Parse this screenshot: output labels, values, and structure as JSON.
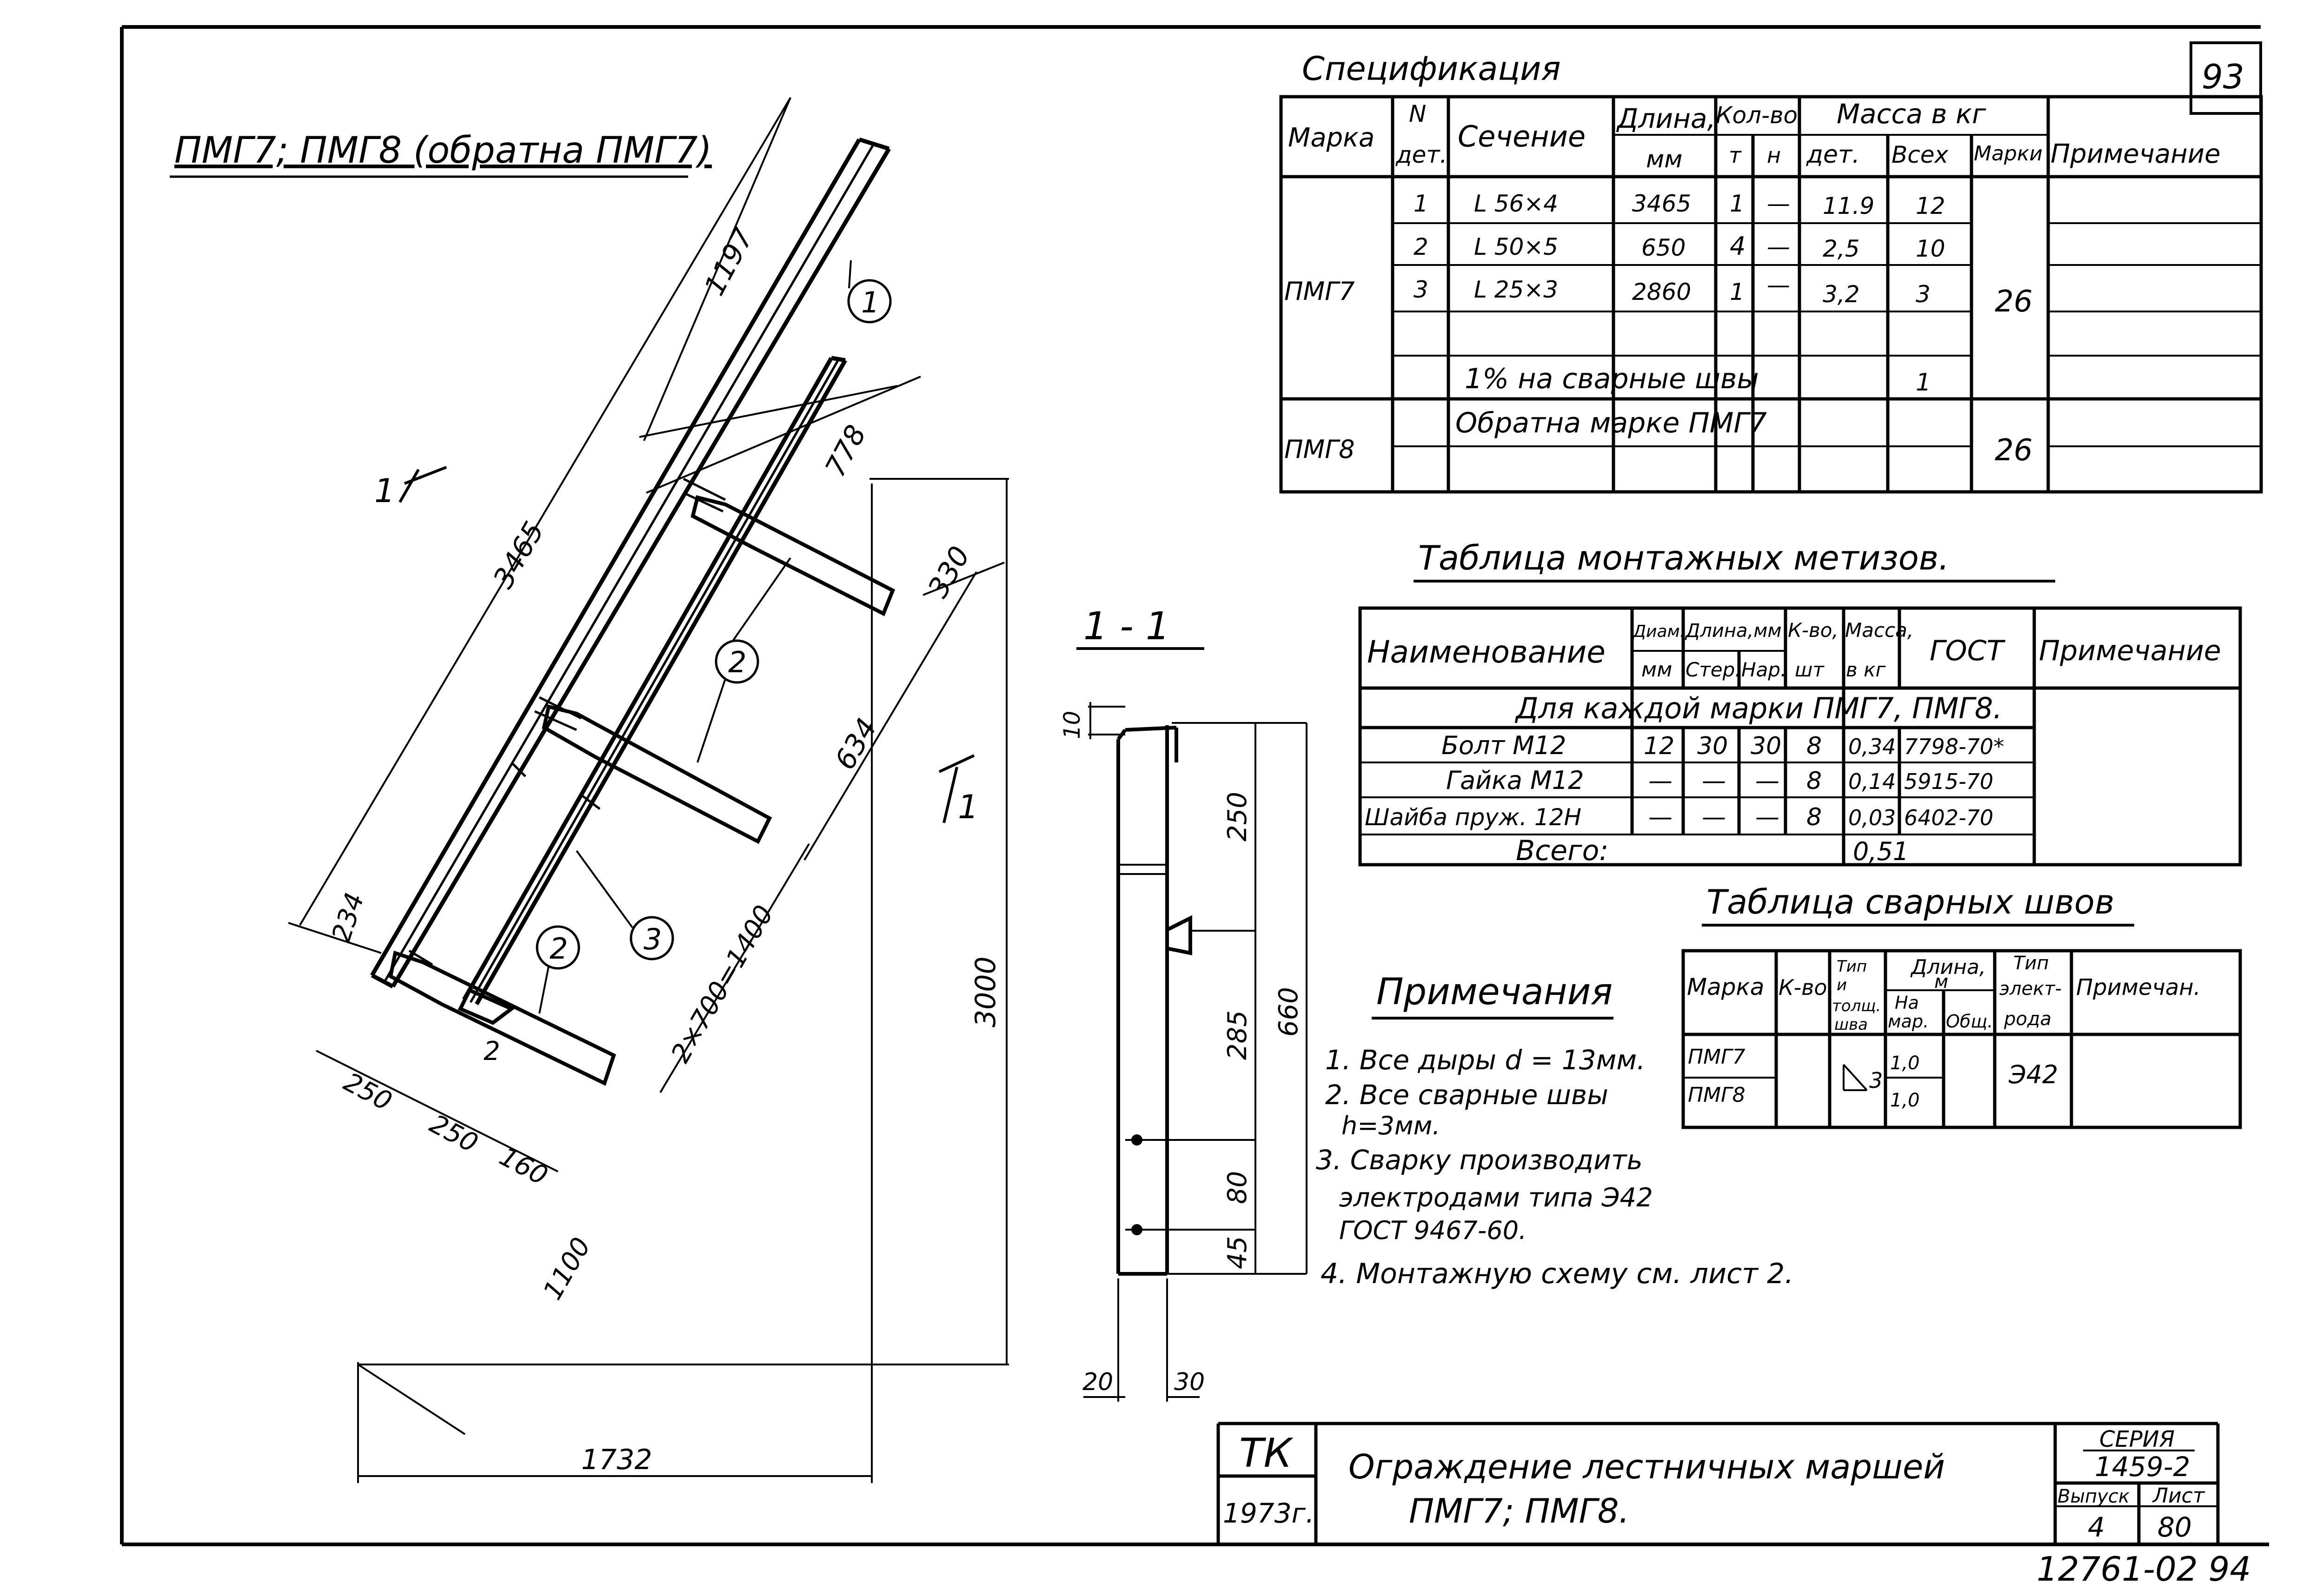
{
  "sheet": {
    "number": "93",
    "drawing_title": "ПМГ7; ПМГ8 (обратна ПМГ7)",
    "corner_stamp": "12761-02 94"
  },
  "specification": {
    "title": "Спецификация",
    "headers": {
      "mark": "Марка",
      "part_no_1": "N",
      "part_no_2": "дет.",
      "section": "Сечение",
      "length_1": "Длина,",
      "length_2": "мм",
      "qty": "Кол-во",
      "qty_t": "т",
      "qty_n": "н",
      "mass": "Масса в кг",
      "mass_part": "дет.",
      "mass_all": "Всех",
      "mass_mark": "Марки",
      "note": "Примечание"
    },
    "mark_pmg7": "ПМГ7",
    "mark_pmg8": "ПМГ8",
    "rows": [
      {
        "no": "1",
        "section": "L 56×4",
        "length": "3465",
        "t": "1",
        "n": "—",
        "mass_part": "11.9",
        "mass_all": "12"
      },
      {
        "no": "2",
        "section": "L 50×5",
        "length": "650",
        "t": "4",
        "n": "—",
        "mass_part": "2,5",
        "mass_all": "10"
      },
      {
        "no": "3",
        "section": "L 25×3",
        "length": "2860",
        "t": "1",
        "n": "—",
        "mass_part": "3,2",
        "mass_all": "3"
      }
    ],
    "welds_line": "1% на сварные швы",
    "welds_mass": "1",
    "pmg7_total": "26",
    "pmg8_text": "Обратна марке ПМГ7",
    "pmg8_total": "26"
  },
  "hardware": {
    "title": "Таблица монтажных метизов.",
    "headers": {
      "name": "Наименование",
      "diam_1": "Диам.",
      "diam_2": "мм",
      "len_1": "Длина,мм",
      "len_rod": "Стер.",
      "len_thread": "Нар.",
      "qty_1": "К-во,",
      "qty_2": "шт",
      "mass_1": "Масса,",
      "mass_2": "в кг",
      "gost": "ГОСТ",
      "note": "Примечание"
    },
    "subheader": "Для каждой марки ПМГ7, ПМГ8.",
    "rows": [
      {
        "name": "Болт М12",
        "diam": "12",
        "rod": "30",
        "thread": "30",
        "qty": "8",
        "mass": "0,34",
        "gost": "7798-70*"
      },
      {
        "name": "Гайка М12",
        "diam": "—",
        "rod": "—",
        "thread": "—",
        "qty": "8",
        "mass": "0,14",
        "gost": "5915-70"
      },
      {
        "name": "Шайба пруж. 12Н",
        "diam": "—",
        "rod": "—",
        "thread": "—",
        "qty": "8",
        "mass": "0,03",
        "gost": "6402-70"
      }
    ],
    "total_label": "Всего:",
    "total_value": "0,51"
  },
  "welds": {
    "title": "Таблица сварных швов",
    "headers": {
      "mark": "Марка",
      "qty": "К-во",
      "type_1": "Тип",
      "type_2": "и",
      "type_3": "толщ.",
      "type_4": "шва",
      "len_1": "Длина,",
      "len_2": "м",
      "len_on_1": "На",
      "len_on_2": "мар.",
      "len_total": "Общ.",
      "el_1": "Тип",
      "el_2": "элект-",
      "el_3": "рода",
      "note": "Примечан."
    },
    "marks": [
      "ПМГ7",
      "ПМГ8"
    ],
    "weld_leg": "3",
    "len_values": [
      "1,0",
      "1,0"
    ],
    "electrode": "Э42"
  },
  "notes": {
    "title": "Примечания",
    "lines": [
      "1. Все дыры d = 13мм.",
      "2. Все сварные швы",
      "h=3мм.",
      "3. Сварку производить",
      "электродами типа Э42",
      "ГОСТ 9467-60.",
      "4. Монтажную схему см. лист 2."
    ]
  },
  "section_view": {
    "label": "1 - 1",
    "dims": [
      "10",
      "250",
      "285",
      "80",
      "45",
      "660",
      "20",
      "30"
    ]
  },
  "main_view": {
    "cut_mark": "1",
    "callouts": [
      "1",
      "2",
      "2",
      "3"
    ],
    "weld_mark": "2",
    "dims": [
      "1197",
      "3465",
      "778",
      "330",
      "634",
      "234",
      "2×700=1400",
      "3000",
      "250",
      "250",
      "160",
      "1100",
      "1732"
    ]
  },
  "title_block": {
    "org": "ТК",
    "year": "1973г.",
    "title_line1": "Ограждение лестничных маршей",
    "title_line2": "ПМГ7; ПМГ8.",
    "series_label": "СЕРИЯ",
    "series": "1459-2",
    "issue_label": "Выпуск",
    "issue": "4",
    "sheet_label": "Лист",
    "sheet": "80"
  }
}
